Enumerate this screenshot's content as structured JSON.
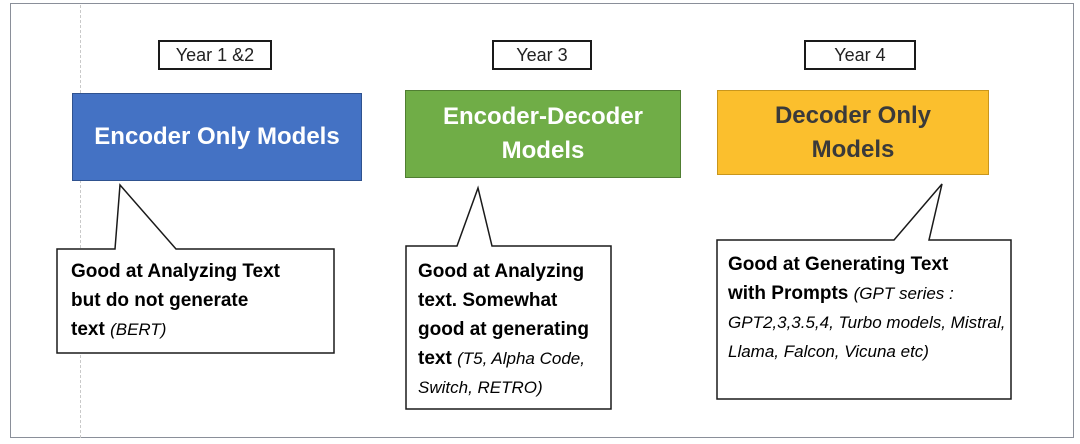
{
  "years": [
    {
      "label": "Year 1 &2"
    },
    {
      "label": "Year 3"
    },
    {
      "label": "Year 4"
    }
  ],
  "models": [
    {
      "title": "Encoder Only Models",
      "color": "#4472c4"
    },
    {
      "title": "Encoder-Decoder Models",
      "color": "#70ad47"
    },
    {
      "title": "Decoder Only Models",
      "color": "#fbbf2d"
    }
  ],
  "callouts": [
    {
      "bold_lines": [
        "Good at Analyzing Text",
        "but do not generate",
        "text"
      ],
      "examples": "(BERT)"
    },
    {
      "bold_lines": [
        "Good at Analyzing",
        "text. Somewhat",
        "good at generating",
        "text"
      ],
      "examples": "(T5, Alpha Code, Switch, RETRO)"
    },
    {
      "bold_lines": [
        "Good at Generating Text",
        "with Prompts"
      ],
      "examples": "(GPT series : GPT2,3,3.5,4, Turbo models, Mistral, Llama, Falcon, Vicuna etc)"
    }
  ]
}
